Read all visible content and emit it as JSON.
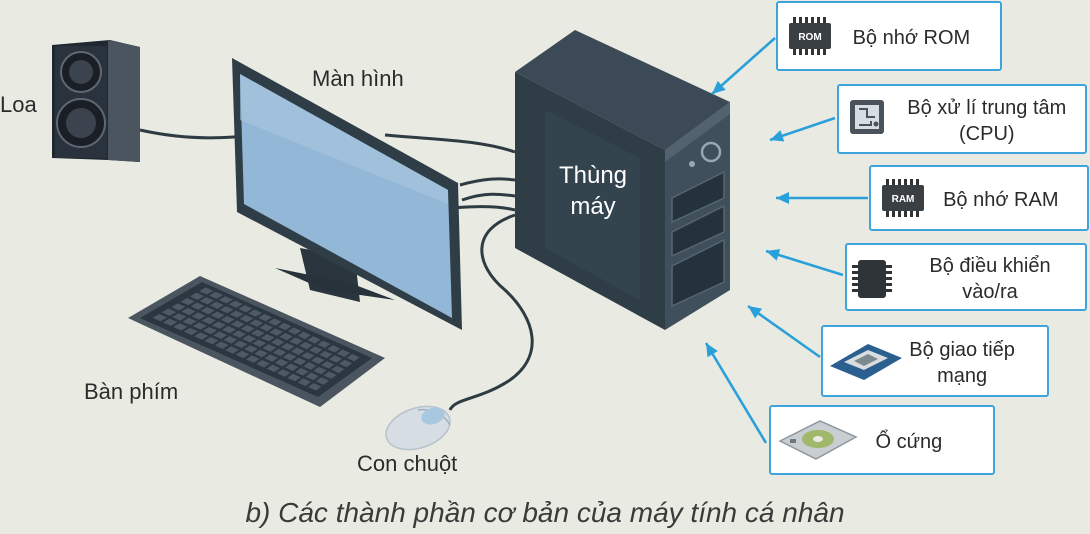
{
  "labels": {
    "speaker": "Loa",
    "monitor": "Màn hình",
    "case_line1": "Thùng",
    "case_line2": "máy",
    "keyboard": "Bàn phím",
    "mouse": "Con chuột"
  },
  "components": [
    {
      "id": "rom",
      "lines": [
        "Bộ nhớ ROM"
      ],
      "chip_text": "ROM",
      "icon": "rom-chip-icon"
    },
    {
      "id": "cpu",
      "lines": [
        "Bộ xử lí trung tâm",
        "(CPU)"
      ],
      "icon": "cpu-chip-icon"
    },
    {
      "id": "ram",
      "lines": [
        "Bộ nhớ RAM"
      ],
      "chip_text": "RAM",
      "icon": "ram-chip-icon"
    },
    {
      "id": "io",
      "lines": [
        "Bộ điều khiển",
        "vào/ra"
      ],
      "icon": "io-controller-chip-icon"
    },
    {
      "id": "nic",
      "lines": [
        "Bộ giao tiếp",
        "mạng"
      ],
      "icon": "network-card-icon"
    },
    {
      "id": "hdd",
      "lines": [
        "Ổ cứng"
      ],
      "icon": "hard-drive-icon"
    }
  ],
  "caption": "b) Các thành phần cơ bản của máy tính cá nhân",
  "colors": {
    "background": "#e9ebe3",
    "accent": "#3ea5dc",
    "device_dark": "#2f3d47",
    "screen": "#93b7d6"
  }
}
